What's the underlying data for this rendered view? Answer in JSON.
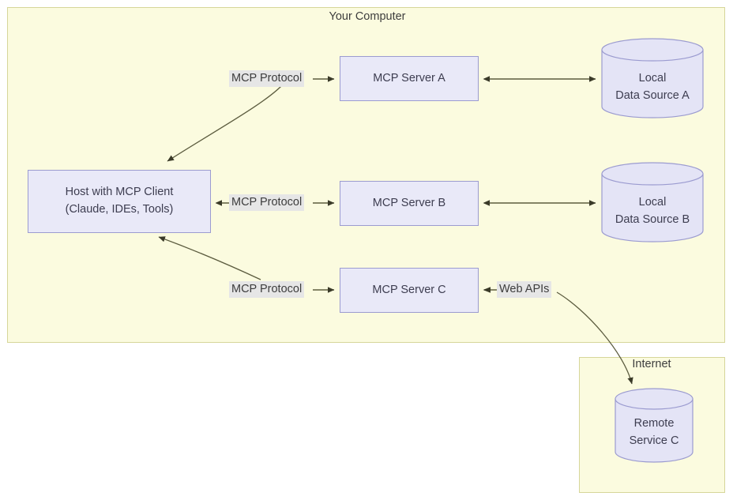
{
  "diagram": {
    "regions": [
      {
        "id": "your-computer",
        "title": "Your Computer"
      },
      {
        "id": "internet",
        "title": "Internet"
      }
    ],
    "nodes": [
      {
        "id": "host",
        "line1": "Host with MCP Client",
        "line2": "(Claude, IDEs, Tools)"
      },
      {
        "id": "server-a",
        "line1": "MCP Server A"
      },
      {
        "id": "server-b",
        "line1": "MCP Server B"
      },
      {
        "id": "server-c",
        "line1": "MCP Server C"
      }
    ],
    "datastores": [
      {
        "id": "local-data-source-a",
        "line1": "Local",
        "line2": "Data Source A"
      },
      {
        "id": "local-data-source-b",
        "line1": "Local",
        "line2": "Data Source B"
      },
      {
        "id": "remote-service-c",
        "line1": "Remote",
        "line2": "Service C"
      }
    ],
    "edge_labels": [
      {
        "id": "mcp-protocol-a",
        "text": "MCP Protocol"
      },
      {
        "id": "mcp-protocol-b",
        "text": "MCP Protocol"
      },
      {
        "id": "mcp-protocol-c",
        "text": "MCP Protocol"
      },
      {
        "id": "web-apis",
        "text": "Web APIs"
      }
    ],
    "colors": {
      "region_fill": "#fbfbdf",
      "region_stroke": "#d6d69a",
      "node_fill": "#e9e9f8",
      "node_stroke": "#9b9bd0",
      "cylinder_fill": "#e4e4f6",
      "cylinder_stroke": "#9b9bd0",
      "arrow_stroke": "#5c5c3f",
      "label_bg": "#e6e6e6",
      "text": "#3d3d50"
    }
  }
}
